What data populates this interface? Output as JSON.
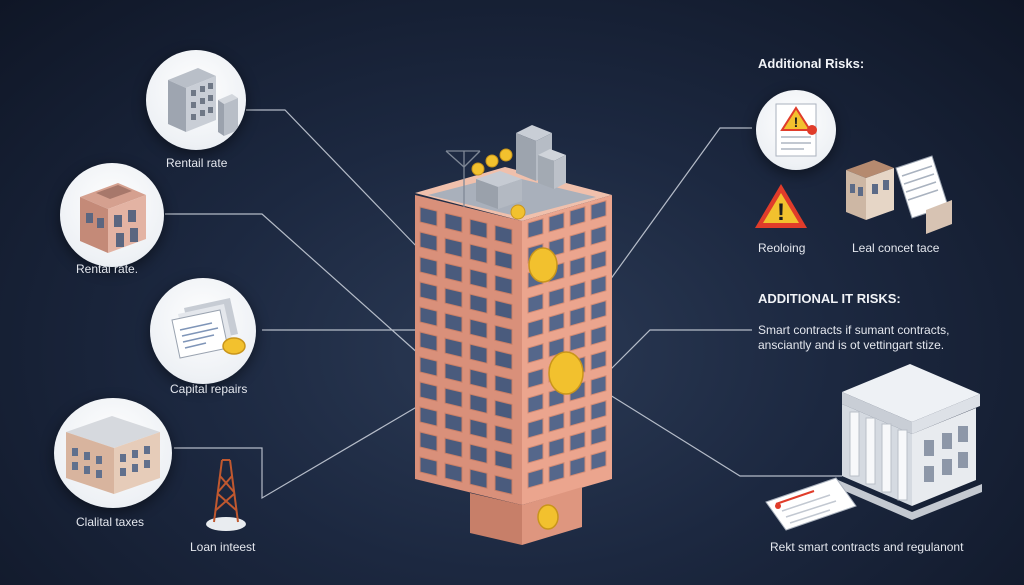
{
  "left_items": [
    {
      "label": "Rentail rate",
      "icon": "office-block-icon"
    },
    {
      "label": "Rental rate.",
      "icon": "townhouse-icon"
    },
    {
      "label": "Capital repairs",
      "icon": "documents-coin-icon"
    },
    {
      "label": "Clalital taxes",
      "icon": "apartment-building-icon"
    }
  ],
  "loan_label": "Loan inteest",
  "right_top": {
    "heading": "Additional Risks:",
    "warning_label": "Reoloing",
    "legal_label": "Leal concet tace"
  },
  "right_mid": {
    "heading": "ADDITIONAL IT RISKS:",
    "line1": "Smart contracts  if sumant contracts,",
    "line2": "ansciantly and is ot vettingart stize."
  },
  "right_bottom": {
    "label": "Rekt smart contracts and regulanont"
  },
  "colors": {
    "background": "#1c2840",
    "building": "#e8a48c",
    "building_edge": "#c97f67",
    "window": "#4a5b7d",
    "coin": "#f2c12e",
    "warning": "#e03c2a",
    "connector": "#cfd5df"
  }
}
